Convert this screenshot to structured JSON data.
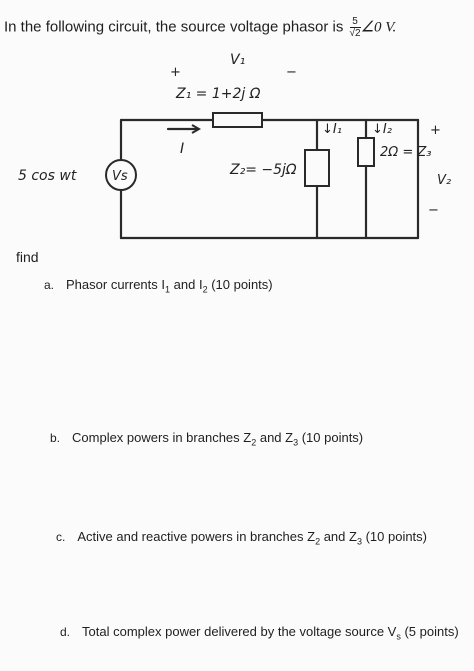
{
  "prompt": {
    "text_before": "In the following circuit, the source voltage phasor is",
    "frac_num": "5",
    "frac_den": "√2",
    "angle_text": "∠0 V."
  },
  "circuit": {
    "v1_plus": "+",
    "v1_label": "V₁",
    "v1_minus": "−",
    "z1_label": "Z₁ = 1+2j Ω",
    "i_label": "I",
    "z2_label": "Z₂= −5jΩ",
    "i1_label": "↓I₁",
    "i2_label": "↓I₂",
    "z3_label": "2Ω = Z₃",
    "v2_plus": "+",
    "v2_label": "V₂",
    "v2_minus": "−",
    "source_label": "Vs",
    "source_expr": "5 cos wt"
  },
  "find_label": "find",
  "questions": [
    {
      "letter": "a.",
      "pre": "Phasor currents I",
      "sub1": "1",
      "mid": " and I",
      "sub2": "2",
      "post": " (10 points)"
    },
    {
      "letter": "b.",
      "pre": "Complex powers in branches Z",
      "sub1": "2",
      "mid": " and Z",
      "sub2": "3",
      "post": " (10 points)"
    },
    {
      "letter": "c.",
      "pre": "Active and reactive powers in branches Z",
      "sub1": "2",
      "mid": " and Z",
      "sub2": "3",
      "post": " (10 points)"
    },
    {
      "letter": "d.",
      "pre": "Total complex power delivered by the voltage source V",
      "sub1": "s",
      "mid": "",
      "sub2": "",
      "post": " (5 points)"
    }
  ]
}
